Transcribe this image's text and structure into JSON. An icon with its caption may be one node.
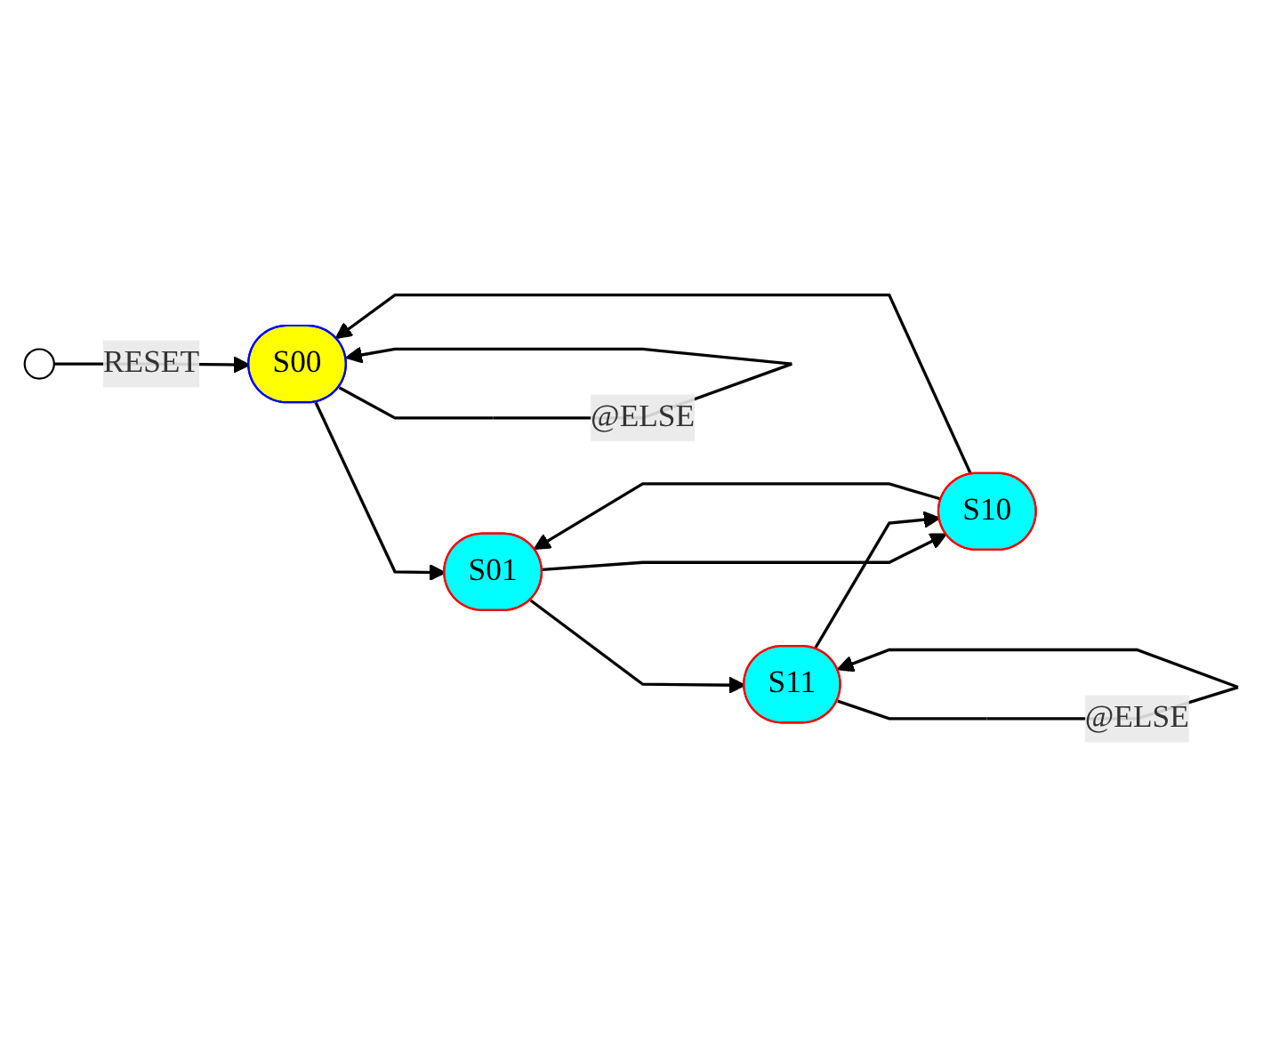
{
  "diagram": {
    "nodes": [
      {
        "text": [],
        "shape": "circle"
      },
      {
        "text": [
          "S00"
        ]
      },
      {
        "text": [
          "S01"
        ]
      },
      {
        "text": [
          "S10"
        ]
      },
      {
        "text": [
          "S11"
        ]
      }
    ],
    "edges": [
      {
        "from": 0,
        "to": 1,
        "arrow": "to",
        "label": "RESET"
      },
      {
        "from": 1,
        "to": 1,
        "arrow": "to",
        "label": "@ELSE"
      },
      {
        "from": 1,
        "to": 2,
        "arrow": "to"
      },
      {
        "from": 2,
        "to": 3,
        "arrow": "to"
      },
      {
        "from": 3,
        "to": 2,
        "arrow": "to"
      },
      {
        "from": 2,
        "to": 4,
        "arrow": "to"
      },
      {
        "from": 4,
        "to": 3,
        "arrow": "to"
      },
      {
        "from": 3,
        "to": 1,
        "arrow": "to"
      },
      {
        "from": 4,
        "to": 4,
        "arrow": "to",
        "label": "@ELSE"
      }
    ]
  }
}
